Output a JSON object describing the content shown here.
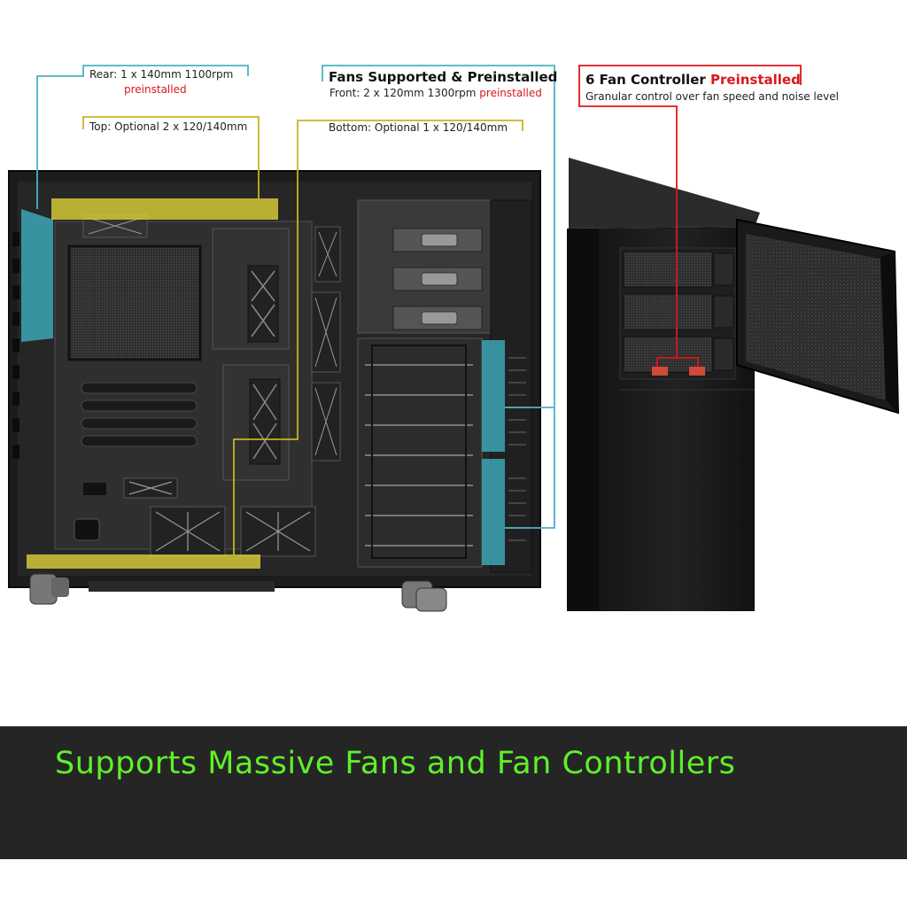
{
  "labels": {
    "rear": "Rear: 1 x 140mm 1100rpm",
    "rear_note": "preinstalled",
    "top": "Top: Optional 2 x 120/140mm",
    "fans_heading": "Fans Supported & Preinstalled",
    "front": "Front: 2 x 120mm 1300rpm",
    "front_note": "preinstalled",
    "bottom": "Bottom: Optional 1 x 120/140mm",
    "controller_heading": "6 Fan Controller",
    "controller_heading_accent": "Preinstalled",
    "controller_desc": "Granular control over fan speed and noise level"
  },
  "banner": {
    "text": "Supports Massive Fans and Fan Controllers",
    "background": "#252525",
    "color": "#5ff02a"
  },
  "colors": {
    "teal_callout": "#4ab3c4",
    "yellow_callout": "#c8b423",
    "red_callout": "#d8191b"
  }
}
